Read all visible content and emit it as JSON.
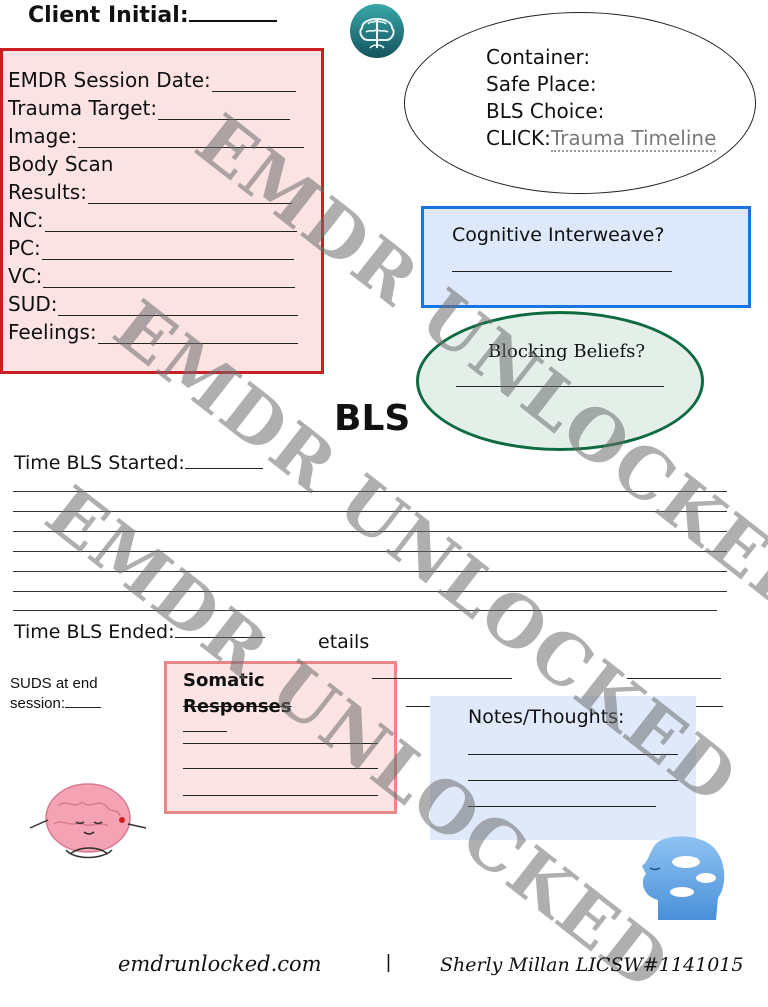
{
  "header": {
    "client_initial_label": "Client Initial:"
  },
  "session": {
    "items": [
      {
        "label": "EMDR Session Date:"
      },
      {
        "label": "Trauma Target:"
      },
      {
        "label": "Image:"
      },
      {
        "label": "Body Scan"
      },
      {
        "label": "Results:"
      },
      {
        "label": "NC:"
      },
      {
        "label": "PC:"
      },
      {
        "label": "VC:"
      },
      {
        "label": "SUD:"
      },
      {
        "label": "Feelings:"
      }
    ]
  },
  "prep": {
    "container_label": "Container:",
    "safe_place_label": "Safe Place:",
    "bls_choice_label": "BLS Choice:",
    "click_label": "CLICK:",
    "trauma_timeline_link": "Trauma Timeline"
  },
  "cognitive": {
    "title": "Cognitive Interweave?"
  },
  "blocking": {
    "title": "Blocking Beliefs?"
  },
  "bls": {
    "title": "BLS",
    "time_started_label": "Time BLS Started:",
    "time_ended_label": "Time BLS Ended:",
    "details_label": "etails",
    "suds_line1": "SUDS at end",
    "suds_line2": "session:"
  },
  "somatic": {
    "title_line1": "Somatic",
    "title_line2": "Responses"
  },
  "notes": {
    "title": "Notes/Thoughts:"
  },
  "watermark": {
    "text": "EMDR UNLOCKED"
  },
  "footer": {
    "website": "emdrunlocked.com",
    "separator": "|",
    "author": "Sherly Millan LICSW#1141015"
  },
  "colors": {
    "session_border": "#cc1f24",
    "cognitive_border": "#1b75e0",
    "blocking_border": "#0d6b3f",
    "somatic_border": "#e8878a",
    "notes_fill": "#dfe9fa"
  }
}
